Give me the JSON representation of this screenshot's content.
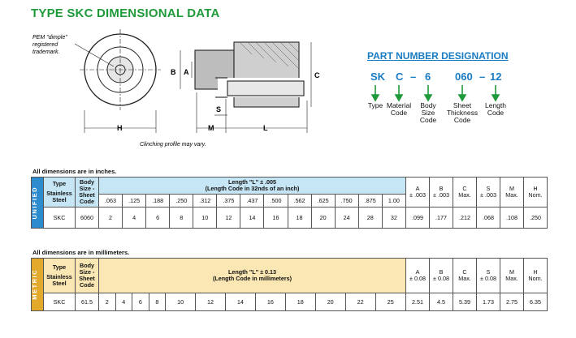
{
  "title": "TYPE SKC DIMENSIONAL DATA",
  "drawing": {
    "pem_note": [
      "PEM \"dimple\"",
      "registered",
      "trademark."
    ],
    "clinching_note": "Clinching profile may vary.",
    "dim_labels": {
      "B": "B",
      "A": "A",
      "C": "C",
      "S": "S",
      "H": "H",
      "M": "M",
      "L": "L"
    }
  },
  "part_number": {
    "title": "PART NUMBER DESIGNATION",
    "codes": [
      "SK",
      "C",
      "6",
      "060",
      "12"
    ],
    "dashes": [
      "–",
      "–",
      "–"
    ],
    "labels": [
      [
        "Type"
      ],
      [
        "Material",
        "Code"
      ],
      [
        "Body",
        "Size",
        "Code"
      ],
      [
        "Sheet",
        "Thickness",
        "Code"
      ],
      [
        "Length",
        "Code"
      ]
    ]
  },
  "unified": {
    "note": "All dimensions are in inches.",
    "side": "UNIFIED",
    "type_header": [
      "Type",
      "Stainless",
      "Steel"
    ],
    "body_header": [
      "Body",
      "Size -",
      "Sheet",
      "Code"
    ],
    "length_header": [
      "Length \"L\" ± .005",
      "(Length Code in 32nds of an inch)"
    ],
    "lengths": [
      ".063",
      ".125",
      ".188",
      ".250",
      ".312",
      ".375",
      ".437",
      ".500",
      ".562",
      ".625",
      ".750",
      ".875",
      "1.00"
    ],
    "dim_headers": [
      [
        "A",
        "± .003"
      ],
      [
        "B",
        "± .003"
      ],
      [
        "C",
        "Max."
      ],
      [
        "S",
        "± .003"
      ],
      [
        "M",
        "Max."
      ],
      [
        "H",
        "Nom."
      ]
    ],
    "row": {
      "type": "SKC",
      "body": "6060",
      "codes": [
        "2",
        "4",
        "6",
        "8",
        "10",
        "12",
        "14",
        "16",
        "18",
        "20",
        "24",
        "28",
        "32"
      ],
      "dims": [
        ".099",
        ".177",
        ".212",
        ".068",
        ".108",
        ".250"
      ]
    }
  },
  "metric": {
    "note": "All dimensions are in millimeters.",
    "side": "METRIC",
    "type_header": [
      "Type",
      "Stainless",
      "Steel"
    ],
    "body_header": [
      "Body",
      "Size -",
      "Sheet",
      "Code"
    ],
    "length_header": [
      "Length \"L\" ± 0.13",
      "(Length Code in millimeters)"
    ],
    "dim_headers": [
      [
        "A",
        "± 0.08"
      ],
      [
        "B",
        "± 0.08"
      ],
      [
        "C",
        "Max."
      ],
      [
        "S",
        "± 0.08"
      ],
      [
        "M",
        "Max."
      ],
      [
        "H",
        "Nom."
      ]
    ],
    "row": {
      "type": "SKC",
      "body": "61.5",
      "codes": [
        "2",
        "4",
        "6",
        "8",
        "10",
        "12",
        "14",
        "16",
        "18",
        "20",
        "22",
        "25"
      ],
      "dims": [
        "2.51",
        "4.5",
        "5.39",
        "1.73",
        "2.75",
        "6.35"
      ]
    }
  }
}
